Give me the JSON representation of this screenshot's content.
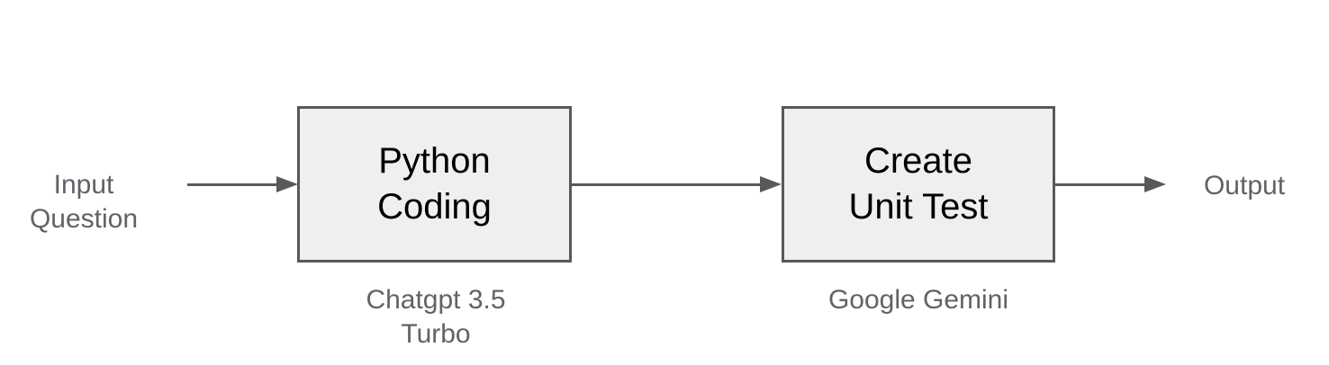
{
  "colors": {
    "background": "#ffffff",
    "box_fill": "#efefef",
    "box_border": "#595959",
    "arrow": "#595959",
    "text_primary": "#000000",
    "text_secondary": "#5f6368"
  },
  "diagram": {
    "input": {
      "line1": "Input",
      "line2": "Question"
    },
    "python_box": {
      "line1": "Python",
      "line2": "Coding"
    },
    "python_caption": {
      "line1": "Chatgpt 3.5",
      "line2": "Turbo"
    },
    "gemini_box": {
      "line1": "Create",
      "line2": "Unit Test"
    },
    "gemini_caption": {
      "line1": "Google Gemini"
    },
    "output": {
      "label": "Output"
    }
  }
}
